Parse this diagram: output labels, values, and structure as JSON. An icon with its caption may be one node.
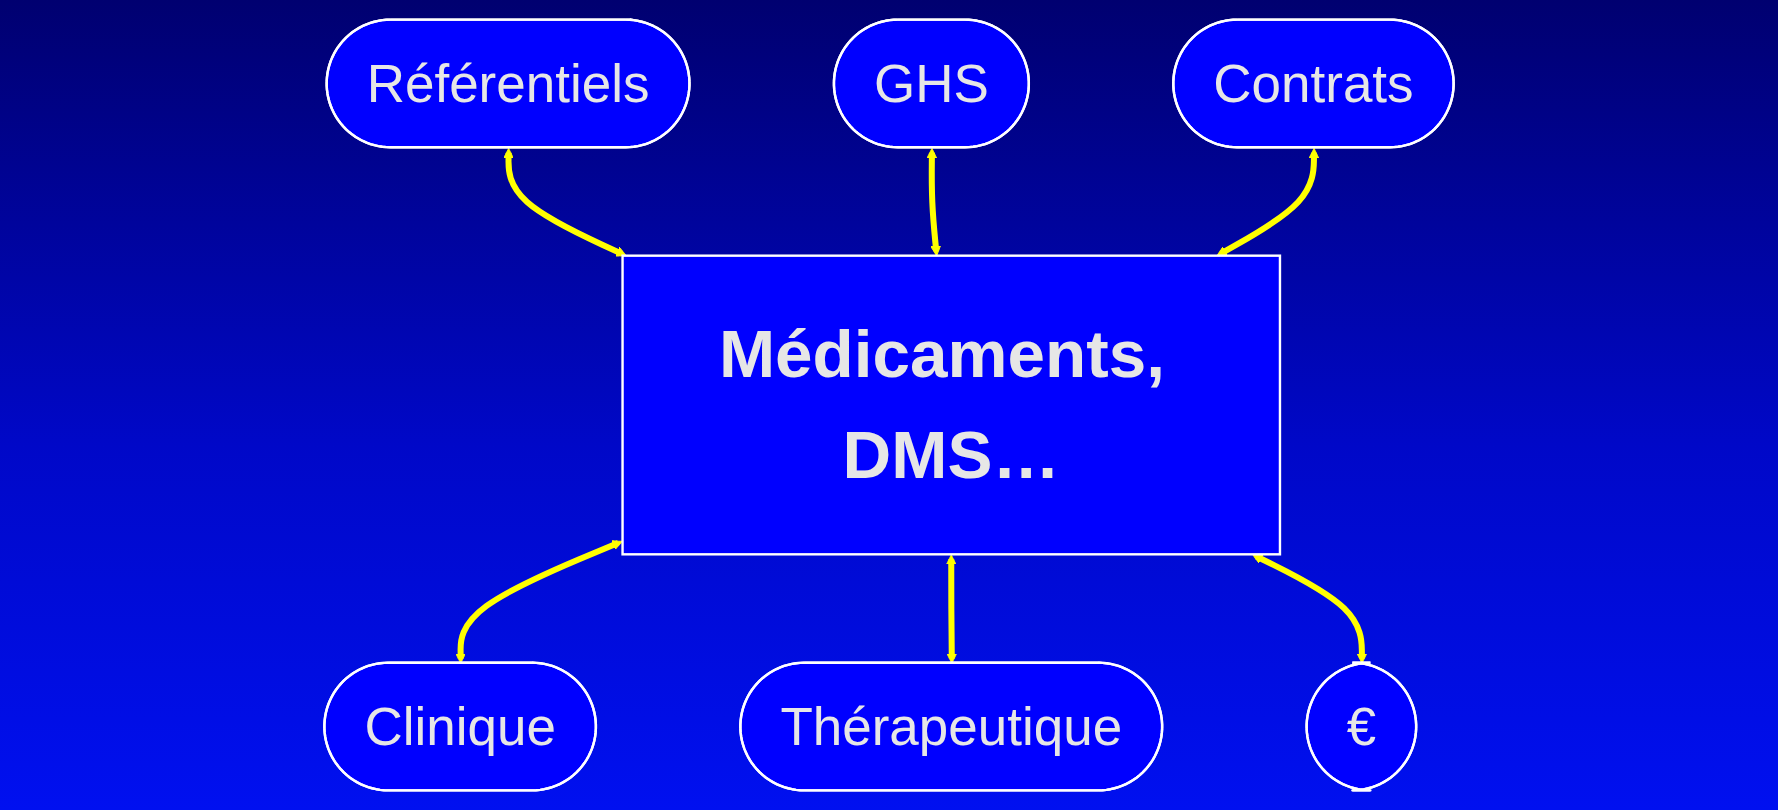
{
  "diagram": {
    "nodes": [
      {
        "text": [
          "Référentiels"
        ]
      },
      {
        "text": [
          "GHS"
        ]
      },
      {
        "text": [
          "Contrats"
        ]
      },
      {
        "text": [
          "Médicaments, DMS…"
        ]
      },
      {
        "text": [
          "Clinique"
        ]
      },
      {
        "text": [
          "Thérapeutique"
        ]
      },
      {
        "text": [
          "€"
        ]
      }
    ],
    "edges": [
      {
        "from": 0,
        "to": 3,
        "arrow": "both"
      },
      {
        "from": 1,
        "to": 3,
        "arrow": "both"
      },
      {
        "from": 2,
        "to": 3,
        "arrow": "both"
      },
      {
        "from": 3,
        "to": 4,
        "arrow": "both"
      },
      {
        "from": 3,
        "to": 5,
        "arrow": "both"
      },
      {
        "from": 3,
        "to": 6,
        "arrow": "both"
      }
    ]
  }
}
